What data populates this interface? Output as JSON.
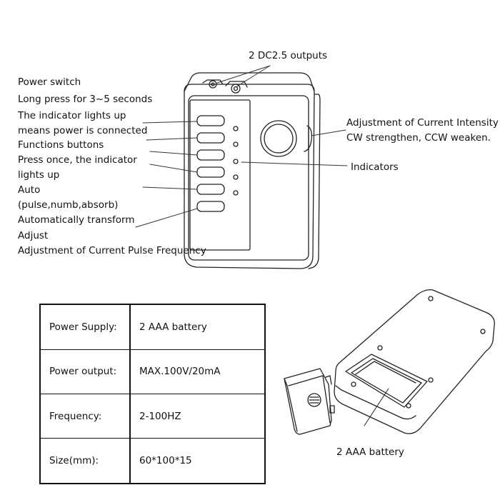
{
  "labels": {
    "outputs": "2 DC2.5 outputs",
    "power_switch": "Power switch",
    "long_press": "Long press for 3~5 seconds",
    "indicator_1": "The indicator lights up",
    "indicator_2": "means power is connected",
    "functions": "Functions buttons",
    "press_once_1": "Press once, the indicator",
    "press_once_2": "lights up",
    "auto_1": "Auto",
    "auto_2": "(pulse,numb,absorb)",
    "auto_transform": "Automatically transform",
    "adjust": "Adjust",
    "adjust_freq": "Adjustment of Current Pulse Frequency",
    "intensity_1": "Adjustment of Current Intensity",
    "intensity_2": "CW strengthen, CCW weaken.",
    "indicators": "Indicators",
    "battery": "2 AAA battery"
  },
  "specs": [
    {
      "key": "Power Supply:",
      "value": "2 AAA battery"
    },
    {
      "key": "Power output:",
      "value": "MAX.100V/20mA"
    },
    {
      "key": "Frequency:",
      "value": "2-100HZ"
    },
    {
      "key": "Size(mm):",
      "value": "60*100*15"
    }
  ]
}
